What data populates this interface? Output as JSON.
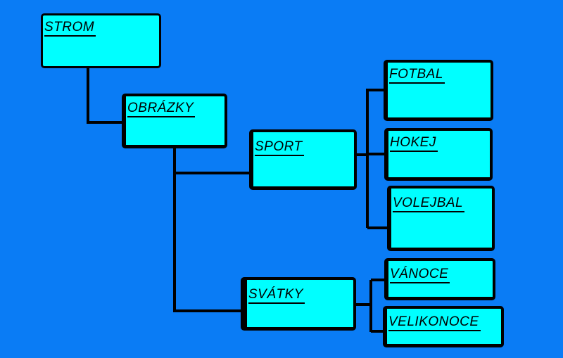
{
  "tree": {
    "root": "STROM",
    "level1": "OBRÁZKY",
    "sport": "SPORT",
    "sport_children": [
      "FOTBAL",
      "HOKEJ",
      "VOLEJBAL"
    ],
    "svatky": "SVÁTKY",
    "svatky_children": [
      "VÁNOCE",
      "VELIKONOCE"
    ]
  },
  "colors": {
    "background": "#0a7cf5",
    "node": "#00ffff",
    "line": "#000000"
  }
}
